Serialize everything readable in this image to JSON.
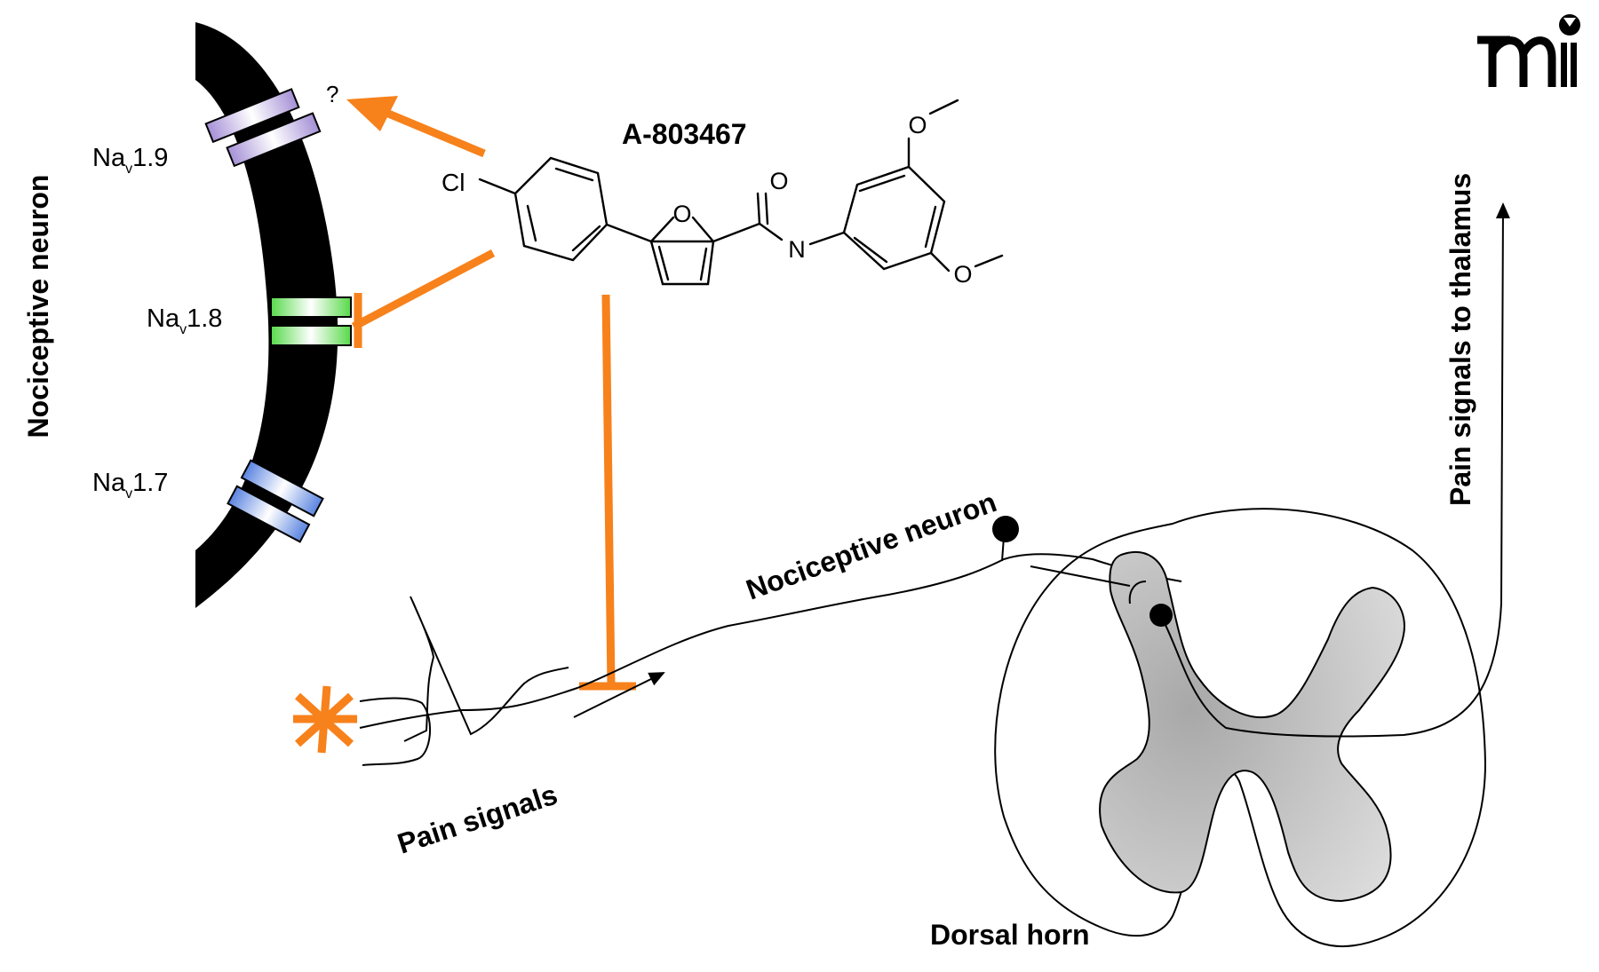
{
  "title": "A-803467",
  "labels": {
    "membrane": "Nociceptive neuron",
    "unknown": "?",
    "nav19_main": "Na",
    "nav19_sub": "v",
    "nav19_num": "1.9",
    "nav18_main": "Na",
    "nav18_sub": "v",
    "nav18_num": "1.8",
    "nav17_main": "Na",
    "nav17_sub": "v",
    "nav17_num": "1.7",
    "axon": "Nociceptive neuron",
    "pain": "Pain signals",
    "dorsal": "Dorsal horn",
    "thalamus": "Pain signals to thalamus"
  },
  "molecule": {
    "cl": "Cl",
    "o_furan": "O",
    "o_carbonyl": "O",
    "n": "N",
    "o_top": "O",
    "o_bottom": "O"
  },
  "channels": [
    {
      "name": "Nav1.9",
      "color": "#a28fd4",
      "effect": "unknown"
    },
    {
      "name": "Nav1.8",
      "color": "#5bd94b",
      "effect": "inhibited"
    },
    {
      "name": "Nav1.7",
      "color": "#5b84e0",
      "effect": "none"
    }
  ],
  "colors": {
    "inhibitor": "#f7811b",
    "grey_matter": "#bdbdbd"
  },
  "logo": "mi"
}
